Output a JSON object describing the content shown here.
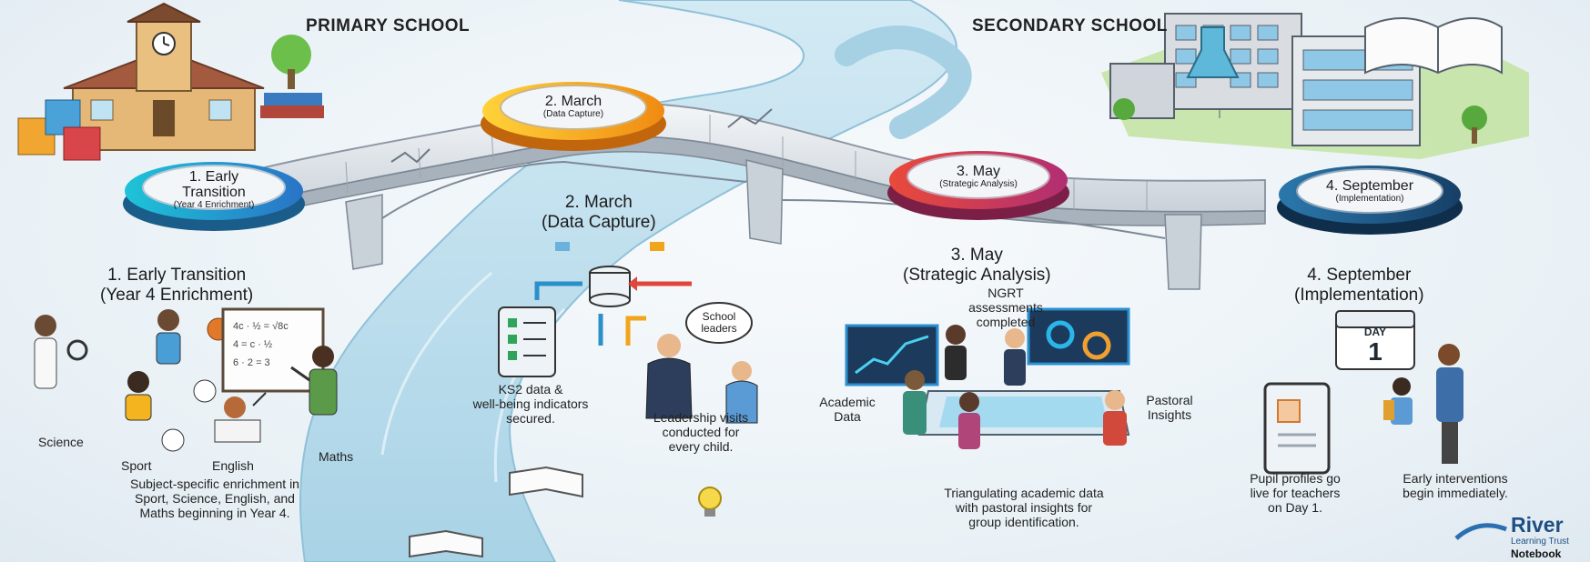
{
  "headers": {
    "primary": "PRIMARY SCHOOL",
    "secondary": "SECONDARY SCHOOL"
  },
  "plates": [
    {
      "title": "1. Early",
      "title2": "Transition",
      "sub": "(Year 4 Enrichment)"
    },
    {
      "title": "2. March",
      "sub": "(Data Capture)"
    },
    {
      "title": "3. May",
      "sub": "(Strategic Analysis)"
    },
    {
      "title": "4. September",
      "sub": "(Implementation)"
    }
  ],
  "stages": [
    {
      "title": "1. Early Transition",
      "subtitle": "(Year 4 Enrichment)",
      "labels": {
        "science": "Science",
        "sport": "Sport",
        "english": "English",
        "maths": "Maths"
      },
      "caption": [
        "Subject-specific enrichment in",
        "Sport, Science, English, and",
        "Maths beginning in Year 4."
      ]
    },
    {
      "title": "2. March",
      "subtitle": "(Data Capture)",
      "bubble": [
        "School",
        "leaders"
      ],
      "ks2": [
        "KS2 data &",
        "well-being indicators",
        "secured."
      ],
      "visits": [
        "Leadership visits",
        "conducted for",
        "every child."
      ]
    },
    {
      "title": "3. May",
      "subtitle": "(Strategic Analysis)",
      "ngrt": [
        "NGRT",
        "assessments",
        "completed"
      ],
      "academic": [
        "Academic",
        "Data"
      ],
      "pastoral": [
        "Pastoral",
        "Insights"
      ],
      "caption": [
        "Triangulating academic data",
        "with pastoral insights for",
        "group identification."
      ]
    },
    {
      "title": "4. September",
      "subtitle": "(Implementation)",
      "calendar": "DAY",
      "calendar_num": "1",
      "profiles": [
        "Pupil profiles go",
        "live for teachers",
        "on Day 1."
      ],
      "interventions": [
        "Early interventions",
        "begin immediately."
      ]
    }
  ],
  "logo": {
    "name": "River",
    "tagline": "Learning Trust",
    "badge": "Notebook"
  },
  "colors": {
    "plate1": "#1fa7c9",
    "plate2": "#f4b41a",
    "plate3": "#d8344f",
    "plate4": "#1e5d8c",
    "river": "#bfe0ee"
  }
}
